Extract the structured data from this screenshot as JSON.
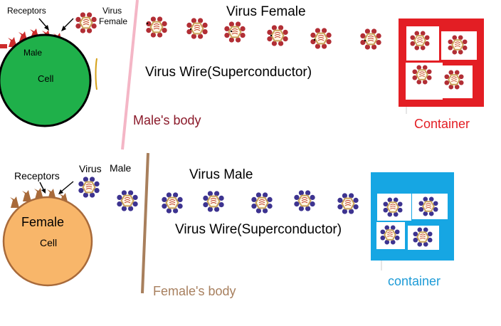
{
  "top_panel": {
    "receptors_label": "Receptors",
    "virus_label_line1": "Virus",
    "virus_label_line2": "Female",
    "cell_sex_label": "Male",
    "cell_label": "Cell",
    "stream_title": "Virus Female",
    "wire_label": "Virus Wire(Superconductor)",
    "body_label": "Male's body",
    "container_label": "Container",
    "virus_color": "#b22e35",
    "cell_color": "#1fb04a",
    "receptor_color": "#cc2b2b",
    "container_color": "#e31e24",
    "body_line_color": "#f4b6c6",
    "body_label_color": "#8b1a2a",
    "container_label_color": "#e31e24"
  },
  "bottom_panel": {
    "receptors_label": "Receptors",
    "virus_label": "Virus",
    "sex_label": "Male",
    "cell_sex_label": "Female",
    "cell_label": "Cell",
    "stream_title": "Virus Male",
    "wire_label": "Virus Wire(Superconductor)",
    "body_label": "Female's body",
    "container_label": "container",
    "virus_color": "#3d3390",
    "cell_color": "#f8b66a",
    "receptor_color": "#a86a3a",
    "container_color": "#16a6e3",
    "body_line_color": "#a87f5c",
    "body_label_color": "#a8805f",
    "container_label_color": "#1d9bd7"
  }
}
